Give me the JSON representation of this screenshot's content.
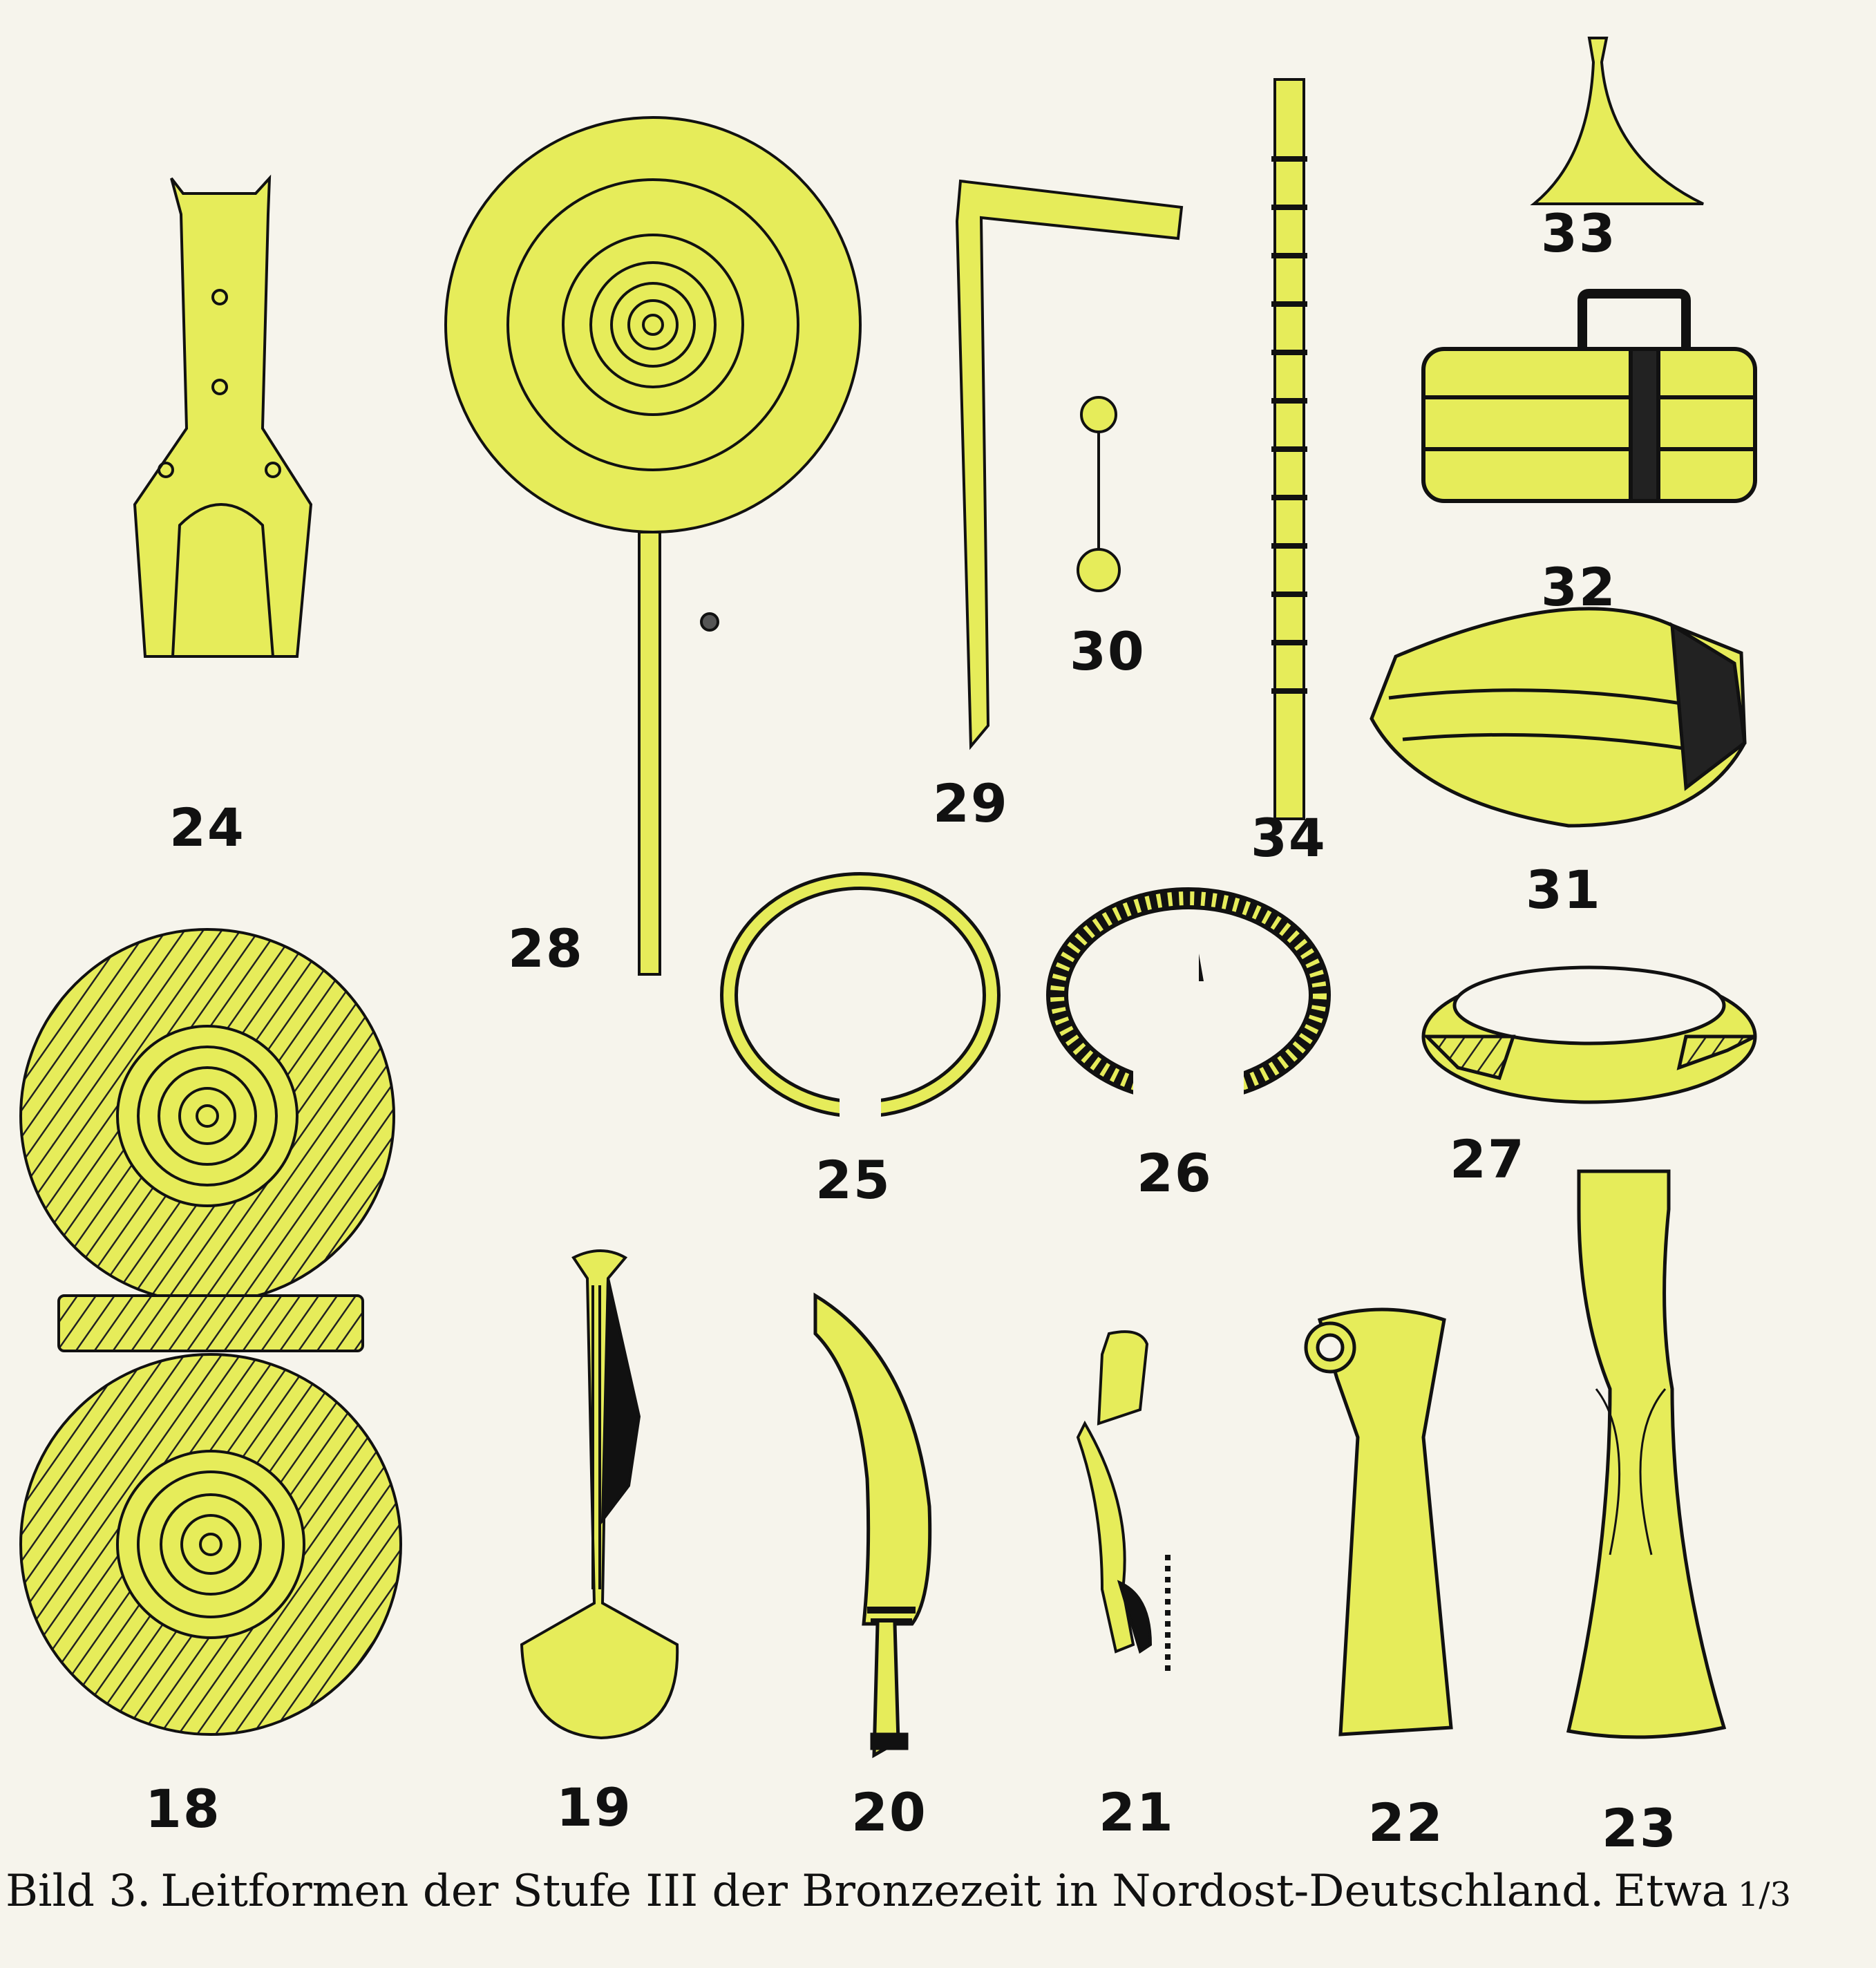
{
  "figure_numbers": {
    "n18": "18",
    "n19": "19",
    "n20": "20",
    "n21": "21",
    "n22": "22",
    "n23": "23",
    "n24": "24",
    "n25": "25",
    "n26": "26",
    "n27": "27",
    "n28": "28",
    "n29": "29",
    "n30": "30",
    "n31": "31",
    "n32": "32",
    "n33": "33",
    "n34": "34"
  },
  "caption": {
    "label": "Bild 3.",
    "text": "Leitformen der Stufe III der Bronzezeit in Nordost-Deutschland.",
    "scale_word": "Etwa",
    "scale_fraction": "1/3"
  },
  "colors": {
    "fill": "#e6ec5a",
    "ink": "#111111",
    "paper": "#f6f4ec"
  }
}
